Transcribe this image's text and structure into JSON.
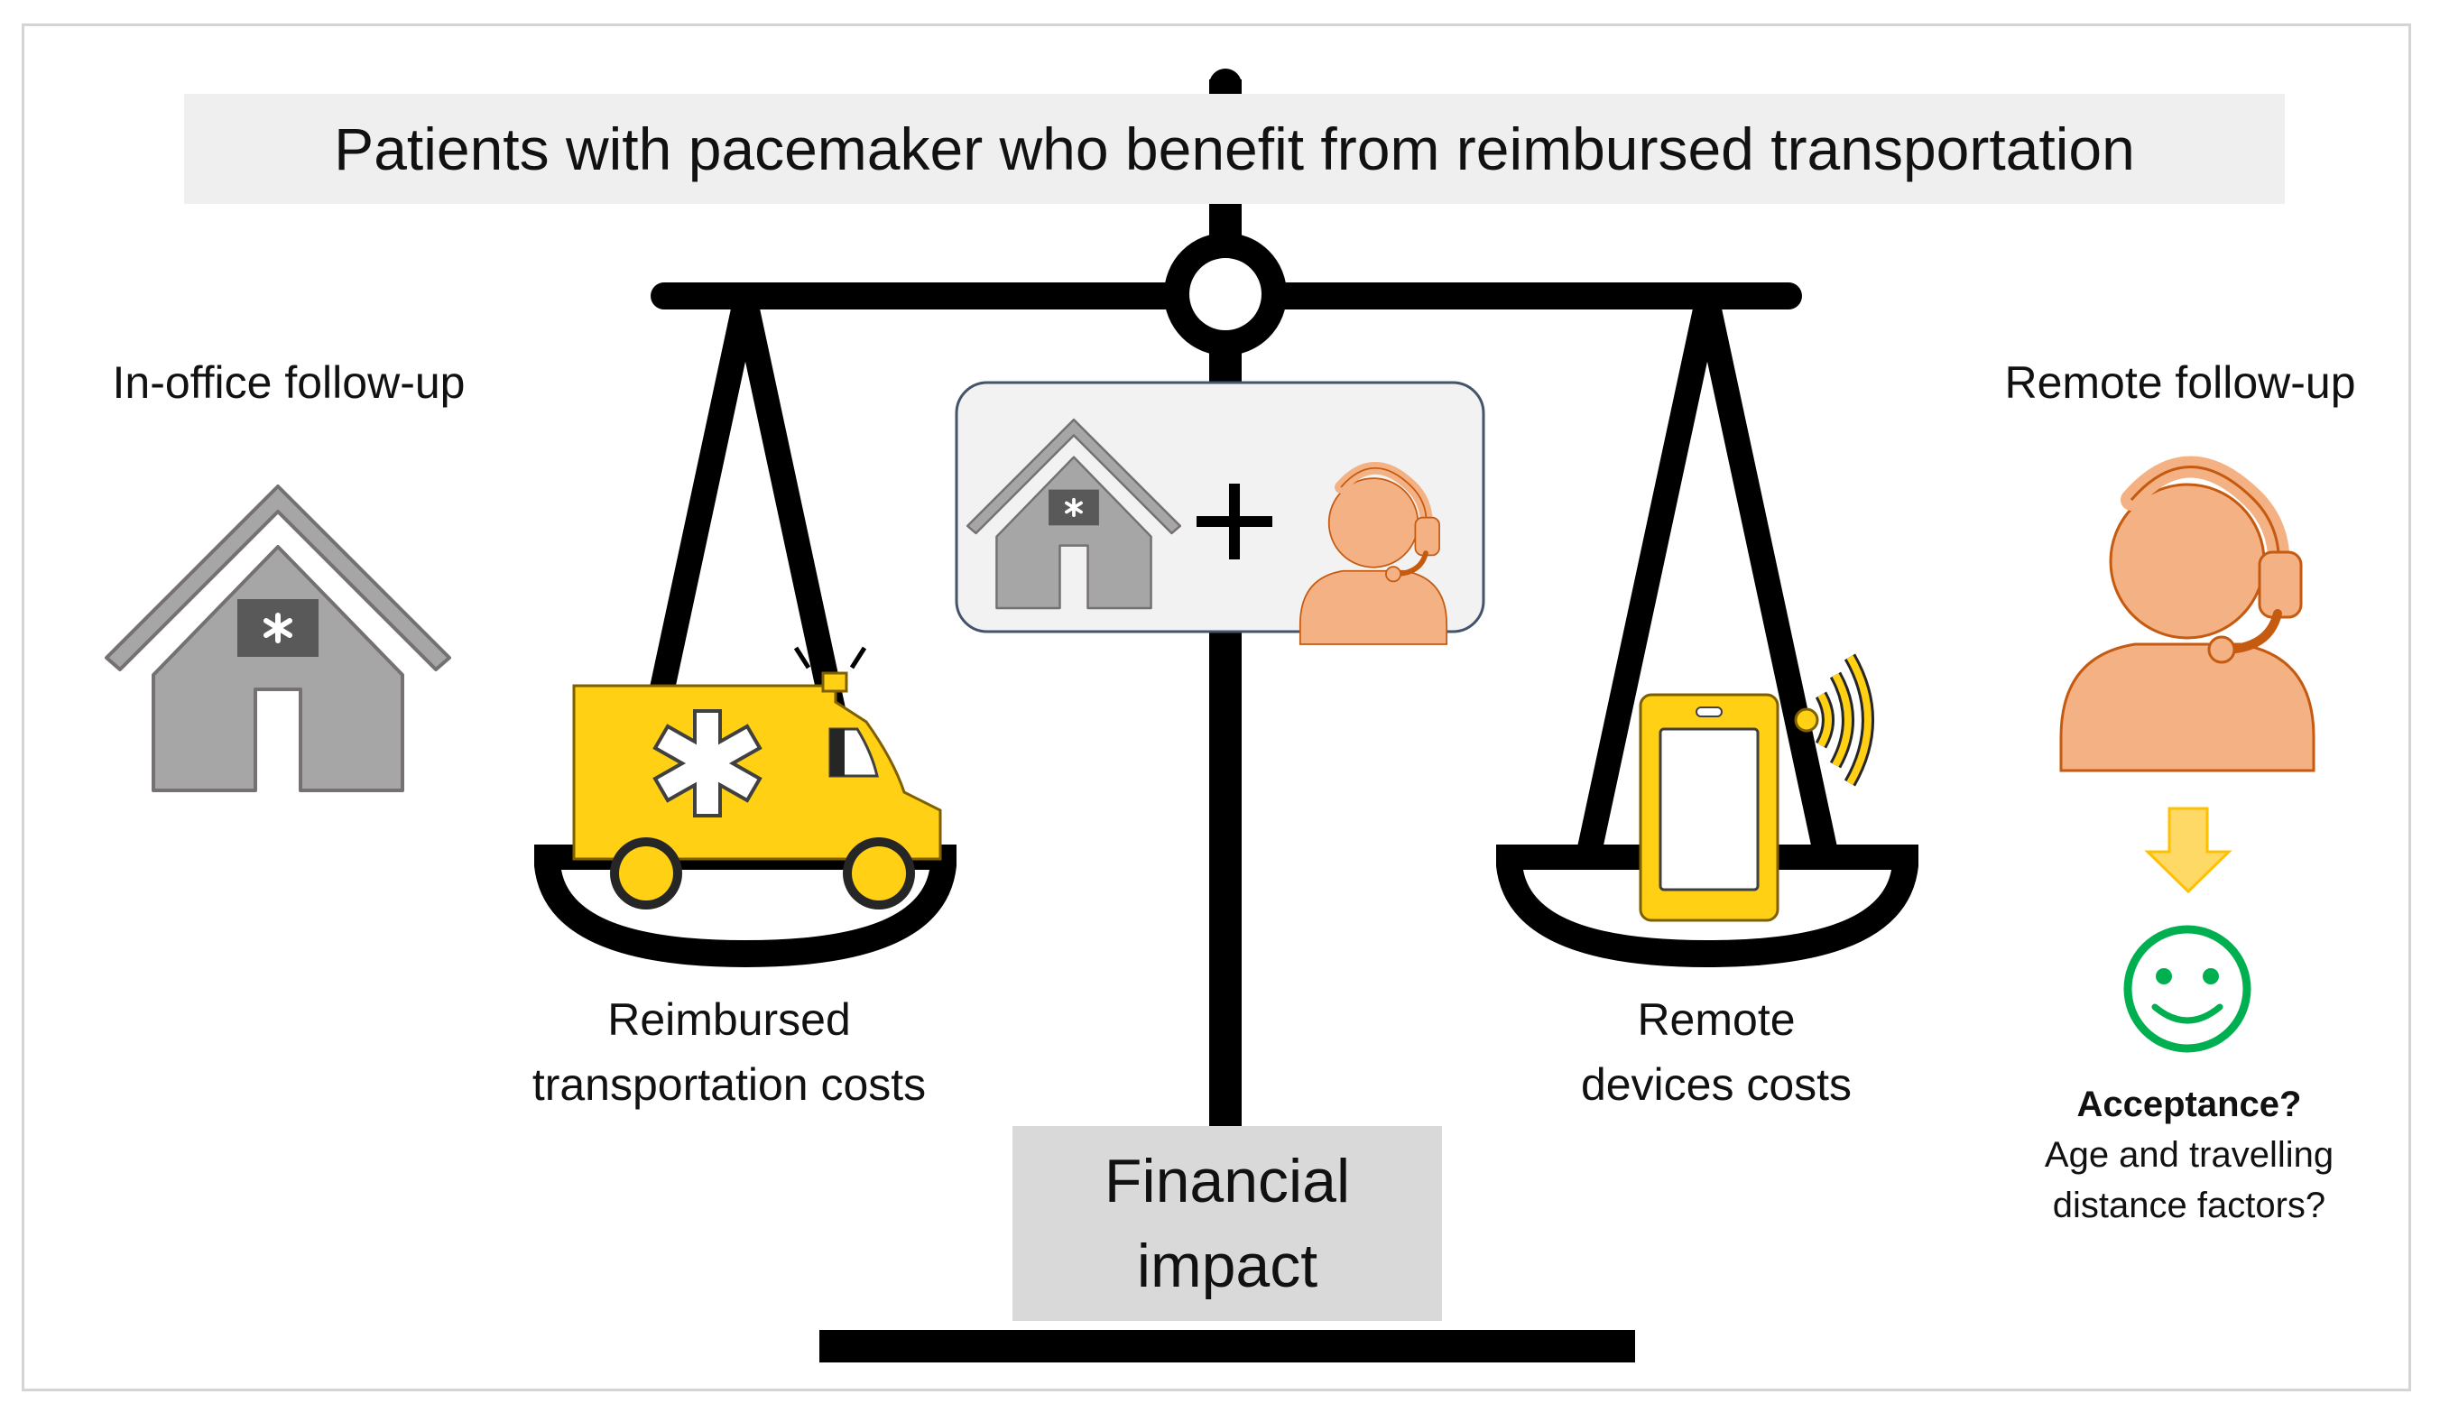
{
  "title": "Patients with pacemaker who benefit from reimbursed transportation",
  "left": {
    "heading": "In-office follow-up"
  },
  "right": {
    "heading": "Remote follow-up"
  },
  "left_pan": {
    "label_line1": "Reimbursed",
    "label_line2": "transportation costs"
  },
  "right_pan": {
    "label_line1": "Remote",
    "label_line2": "devices costs"
  },
  "center": {
    "plus_symbol": "+",
    "impact_line1": "Financial",
    "impact_line2": "impact"
  },
  "acceptance": {
    "question": "Acceptance?",
    "line1": "Age and travelling",
    "line2": "distance factors?"
  },
  "colors": {
    "beam": "#000000",
    "house": "#a6a6a6",
    "house_outline": "#767171",
    "person": "#f4b183",
    "person_outline": "#c55a11",
    "vehicle": "#ffd014",
    "arrow": "#ffd966",
    "smiley": "#00b050",
    "title_bg": "#efefef",
    "impact_bg": "#d9d9d9"
  },
  "icons": [
    "hospital-icon",
    "ambulance-icon",
    "smartphone-icon",
    "wireless-signal-icon",
    "headset-person-icon",
    "plus-icon",
    "down-arrow-icon",
    "smiley-icon"
  ]
}
